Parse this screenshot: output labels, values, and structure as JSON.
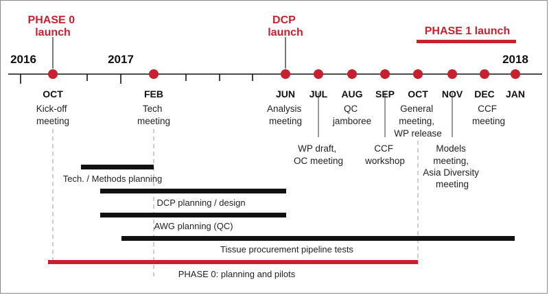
{
  "colors": {
    "accent": "#c8202f",
    "black": "#111111",
    "dashed": "#9a9a9a"
  },
  "launches": {
    "phase0": [
      "PHASE 0",
      "launch"
    ],
    "dcp": [
      "DCP",
      "launch"
    ],
    "phase1": "PHASE 1 launch"
  },
  "years": {
    "y2016": "2016",
    "y2017": "2017",
    "y2018": "2018"
  },
  "months": [
    "OCT",
    "FEB",
    "JUN",
    "JUL",
    "AUG",
    "SEP",
    "OCT",
    "NOV",
    "DEC",
    "JAN"
  ],
  "events": {
    "oct": [
      "Kick-off",
      "meeting"
    ],
    "feb": [
      "Tech",
      "meeting"
    ],
    "jun": [
      "Analysis",
      "meeting"
    ],
    "jul": [
      "WP draft,",
      "OC meeting"
    ],
    "aug": [
      "QC",
      "jamboree"
    ],
    "sep": [
      "CCF",
      "workshop"
    ],
    "oct2": [
      "General",
      "meeting,",
      "WP release"
    ],
    "nov": [
      "Models",
      "meeting,",
      "Asia Diversity",
      "meeting"
    ],
    "dec": [
      "CCF",
      "meeting"
    ]
  },
  "bars": [
    "Tech. / Methods planning",
    "DCP planning / design",
    "AWG planning (QC)",
    "Tissue procurement pipeline tests",
    "PHASE 0: planning and pilots"
  ]
}
